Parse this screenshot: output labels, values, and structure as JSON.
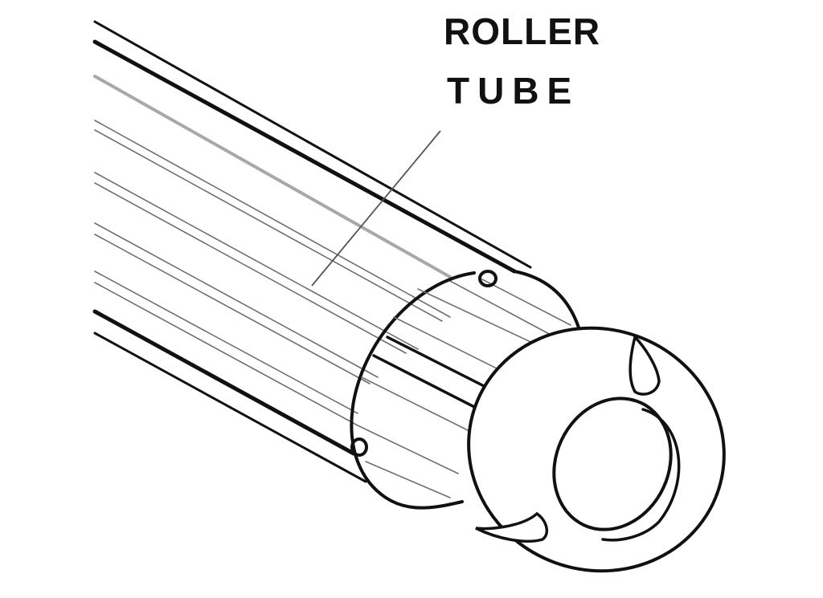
{
  "diagram": {
    "type": "technical line illustration",
    "subject": "Roller tube with end plug",
    "labels": [
      {
        "id": "roller-tube",
        "lines": [
          "ROLLER",
          "TUBE"
        ],
        "points_to": "tube body"
      }
    ],
    "colors": {
      "background": "#ffffff",
      "ink": "#111111",
      "hatch": "#6f6f6f",
      "hatch_light": "#a8a8a8"
    }
  },
  "label": {
    "line1": "ROLLER",
    "line2": "TUBE"
  }
}
